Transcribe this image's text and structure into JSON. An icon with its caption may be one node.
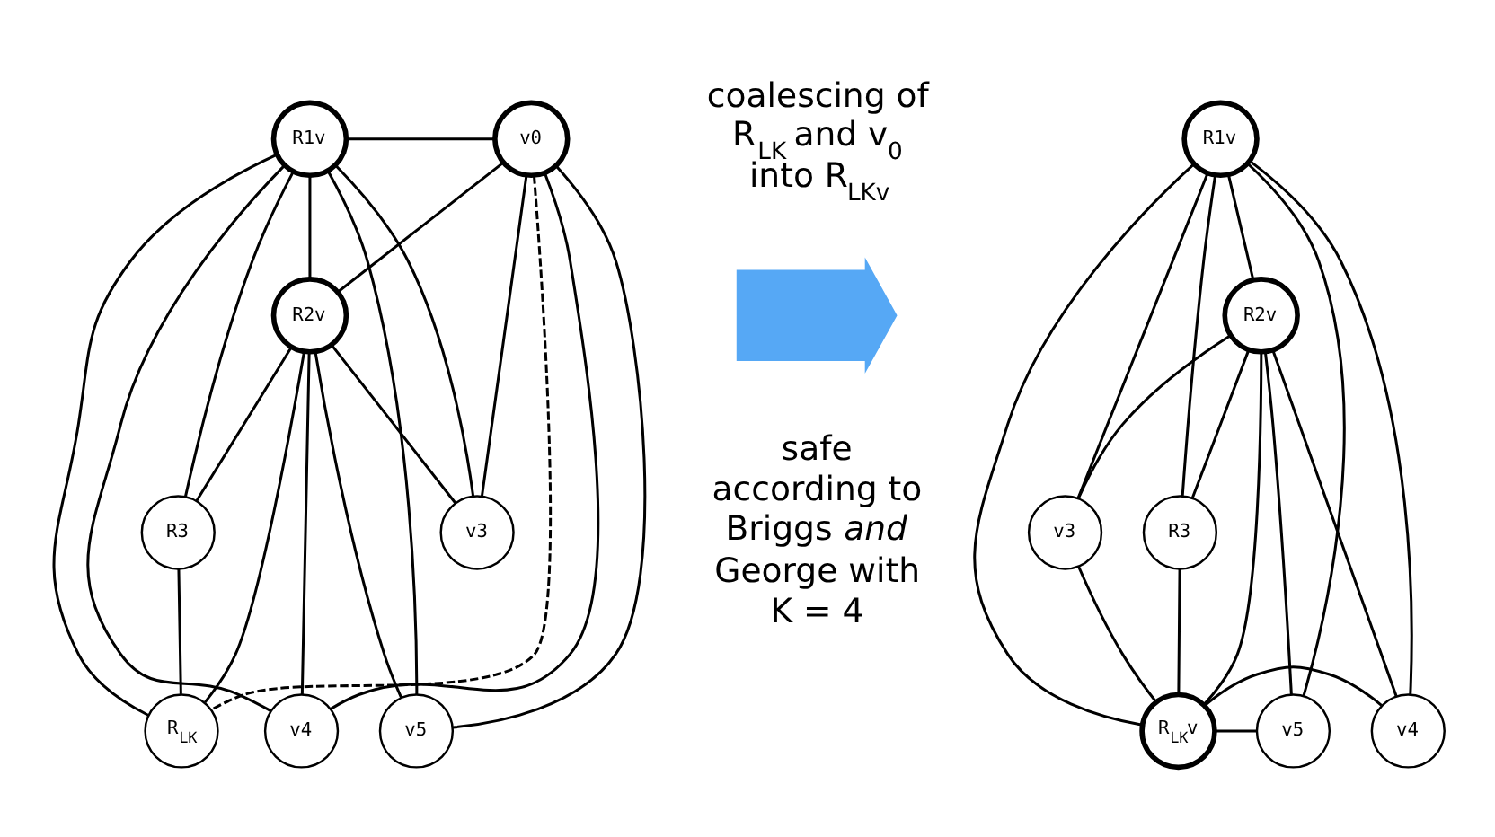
{
  "diagram": {
    "nodes": [
      {
        "text": [
          "R1v"
        ]
      },
      {
        "text": [
          "v0"
        ]
      },
      {
        "text": [
          "R2v"
        ]
      },
      {
        "text": [
          "R3"
        ]
      },
      {
        "text": [
          "v3"
        ]
      },
      {
        "text": [
          "R$_{LK}$"
        ]
      },
      {
        "text": [
          "v5"
        ]
      },
      {
        "text": [
          "v4"
        ]
      },
      {
        "text": [
          "R1v"
        ]
      },
      {
        "text": [
          "R2v"
        ]
      },
      {
        "text": [
          "R3"
        ]
      },
      {
        "text": [
          "v3"
        ]
      },
      {
        "text": [
          "R$_{LK}$v"
        ]
      },
      {
        "text": [
          "v5"
        ]
      },
      {
        "text": [
          "v4"
        ]
      },
      {
        "text": [],
        "shape": "arrow"
      }
    ],
    "edges": [
      {
        "from": 0,
        "to": 1,
        "arrow": "none"
      },
      {
        "from": 1,
        "to": 2,
        "arrow": "none"
      },
      {
        "from": 1,
        "to": 5,
        "arrow": "none",
        "style": "dashed"
      },
      {
        "from": 1,
        "to": 6,
        "arrow": "none"
      },
      {
        "from": 1,
        "to": 7,
        "arrow": "none"
      },
      {
        "from": 1,
        "to": 4,
        "arrow": "none"
      },
      {
        "from": 0,
        "to": 2,
        "arrow": "none"
      },
      {
        "from": 0,
        "to": 3,
        "arrow": "none"
      },
      {
        "from": 0,
        "to": 5,
        "arrow": "none"
      },
      {
        "from": 0,
        "to": 6,
        "arrow": "none"
      },
      {
        "from": 0,
        "to": 7,
        "arrow": "none"
      },
      {
        "from": 0,
        "to": 4,
        "arrow": "none"
      },
      {
        "from": 2,
        "to": 3,
        "arrow": "none"
      },
      {
        "from": 2,
        "to": 5,
        "arrow": "none"
      },
      {
        "from": 2,
        "to": 6,
        "arrow": "none"
      },
      {
        "from": 2,
        "to": 7,
        "arrow": "none"
      },
      {
        "from": 2,
        "to": 4,
        "arrow": "none"
      },
      {
        "from": 3,
        "to": 5,
        "arrow": "none"
      },
      {
        "from": 8,
        "to": 9,
        "arrow": "none"
      },
      {
        "from": 8,
        "to": 10,
        "arrow": "none"
      },
      {
        "from": 8,
        "to": 12,
        "arrow": "none"
      },
      {
        "from": 8,
        "to": 13,
        "arrow": "none"
      },
      {
        "from": 8,
        "to": 14,
        "arrow": "none"
      },
      {
        "from": 8,
        "to": 11,
        "arrow": "none"
      },
      {
        "from": 9,
        "to": 10,
        "arrow": "none"
      },
      {
        "from": 9,
        "to": 12,
        "arrow": "none"
      },
      {
        "from": 9,
        "to": 13,
        "arrow": "none"
      },
      {
        "from": 9,
        "to": 14,
        "arrow": "none"
      },
      {
        "from": 9,
        "to": 11,
        "arrow": "none"
      },
      {
        "from": 10,
        "to": 12,
        "arrow": "none"
      },
      {
        "from": 12,
        "to": 11,
        "arrow": "none"
      },
      {
        "from": 12,
        "to": 13,
        "arrow": "none"
      },
      {
        "from": 12,
        "to": 14,
        "arrow": "none"
      }
    ],
    "labels": [
      "coalescing of R$_{LK}$ and v$_{0}$ into R$_{LKv}$",
      "safe according to Briggs *and* George with K = 4"
    ]
  }
}
